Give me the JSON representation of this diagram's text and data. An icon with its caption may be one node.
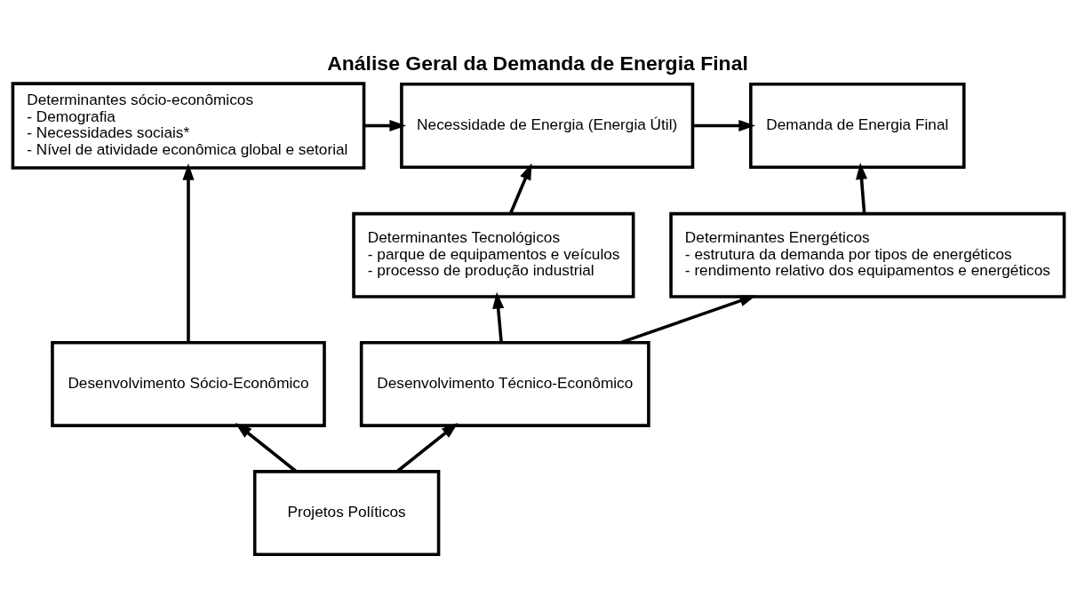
{
  "diagram": {
    "title": "Análise Geral da Demanda de Energia Final",
    "nodes": [
      {
        "text": [
          "Determinantes sócio-econômicos",
          "- Demografia",
          "- Necessidades sociais*",
          "- Nível de atividade econômica global e setorial"
        ]
      },
      {
        "text": [
          "Necessidade de Energia (Energia Útil)"
        ]
      },
      {
        "text": [
          "Demanda de Energia Final"
        ]
      },
      {
        "text": [
          "Determinantes Tecnológicos",
          "- parque de equipamentos e veículos",
          "- processo de produção industrial"
        ]
      },
      {
        "text": [
          "Determinantes Energéticos",
          "- estrutura da demanda por tipos de energéticos",
          "- rendimento relativo dos equipamentos e energéticos"
        ]
      },
      {
        "text": [
          "Desenvolvimento Sócio-Econômico"
        ]
      },
      {
        "text": [
          "Desenvolvimento Técnico-Econômico"
        ]
      },
      {
        "text": [
          "Projetos Políticos"
        ]
      }
    ],
    "edges": [
      {
        "from": 0,
        "to": 1,
        "arrow": "to"
      },
      {
        "from": 1,
        "to": 2,
        "arrow": "to"
      },
      {
        "from": 3,
        "to": 1,
        "arrow": "to"
      },
      {
        "from": 4,
        "to": 2,
        "arrow": "to"
      },
      {
        "from": 5,
        "to": 0,
        "arrow": "to"
      },
      {
        "from": 6,
        "to": 3,
        "arrow": "to"
      },
      {
        "from": 6,
        "to": 4,
        "arrow": "to"
      },
      {
        "from": 7,
        "to": 5,
        "arrow": "to"
      },
      {
        "from": 7,
        "to": 6,
        "arrow": "to"
      }
    ]
  }
}
